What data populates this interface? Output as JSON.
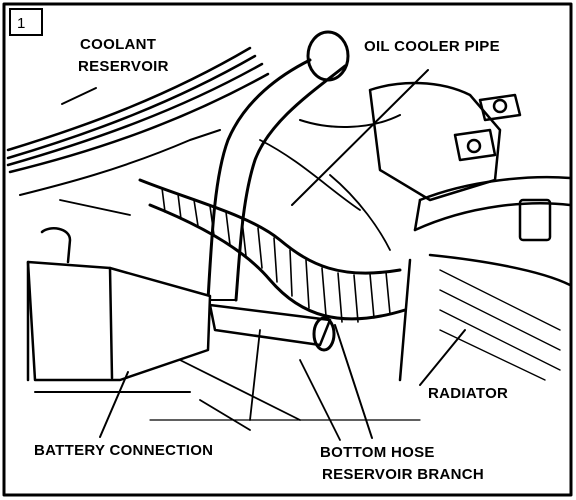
{
  "figure": {
    "number": "1",
    "labels": {
      "coolant_reservoir_line1": "COOLANT",
      "coolant_reservoir_line2": "RESERVOIR",
      "oil_cooler_pipe": "OIL COOLER PIPE",
      "radiator": "RADIATOR",
      "battery_connection": "BATTERY CONNECTION",
      "bottom_hose_line1": "BOTTOM HOSE",
      "bottom_hose_line2": "RESERVOIR BRANCH"
    }
  }
}
